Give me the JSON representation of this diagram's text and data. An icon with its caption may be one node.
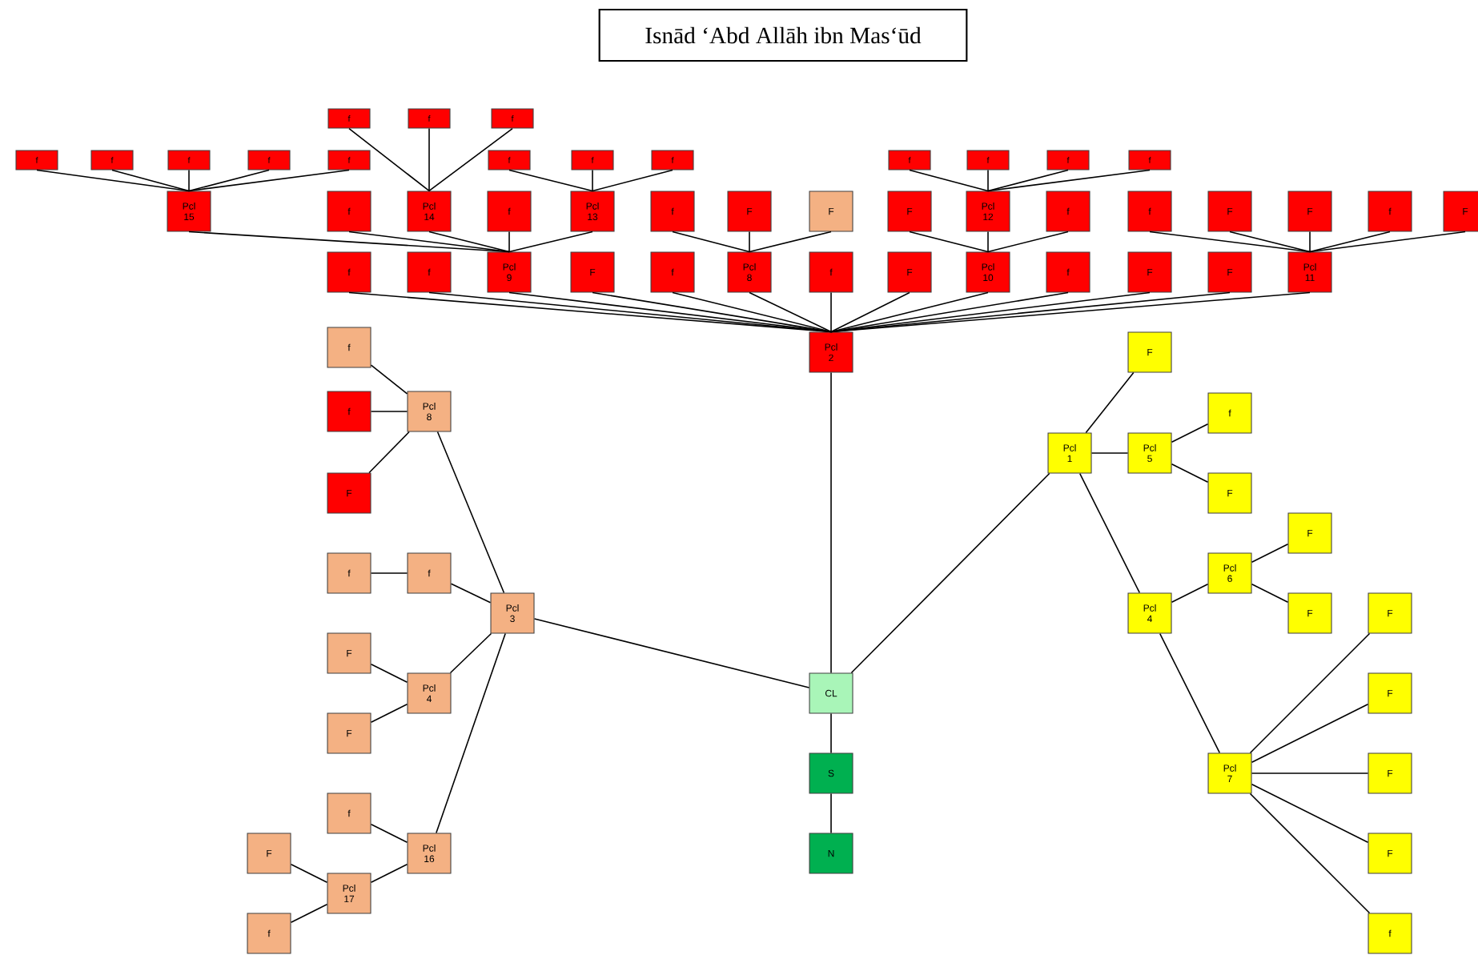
{
  "diagram": {
    "title": "Isnād ‘Abd Allāh ibn Mas‘ūd",
    "nodes": [
      {
        "text": [
          "f"
        ]
      },
      {
        "text": [
          "f"
        ]
      },
      {
        "text": [
          "f"
        ]
      },
      {
        "text": [
          "f"
        ]
      },
      {
        "text": [
          "f"
        ]
      },
      {
        "text": [
          "f"
        ]
      },
      {
        "text": [
          "f"
        ]
      },
      {
        "text": [
          "f"
        ]
      },
      {
        "text": [
          "f"
        ]
      },
      {
        "text": [
          "f"
        ]
      },
      {
        "text": [
          "f"
        ]
      },
      {
        "text": [
          "f"
        ]
      },
      {
        "text": [
          "f"
        ]
      },
      {
        "text": [
          "f"
        ]
      },
      {
        "text": [
          "f"
        ]
      },
      {
        "text": [
          "Pcl 15"
        ]
      },
      {
        "text": [
          "f"
        ]
      },
      {
        "text": [
          "Pcl 14"
        ]
      },
      {
        "text": [
          "f"
        ]
      },
      {
        "text": [
          "Pcl 13"
        ]
      },
      {
        "text": [
          "f"
        ]
      },
      {
        "text": [
          "F"
        ]
      },
      {
        "text": [
          "F"
        ]
      },
      {
        "text": [
          "F"
        ]
      },
      {
        "text": [
          "Pcl 12"
        ]
      },
      {
        "text": [
          "f"
        ]
      },
      {
        "text": [
          "f"
        ]
      },
      {
        "text": [
          "F"
        ]
      },
      {
        "text": [
          "F"
        ]
      },
      {
        "text": [
          "f"
        ]
      },
      {
        "text": [
          "F"
        ]
      },
      {
        "text": [
          "f"
        ]
      },
      {
        "text": [
          "f"
        ]
      },
      {
        "text": [
          "Pcl 9"
        ]
      },
      {
        "text": [
          "F"
        ]
      },
      {
        "text": [
          "f"
        ]
      },
      {
        "text": [
          "Pcl 8"
        ]
      },
      {
        "text": [
          "f"
        ]
      },
      {
        "text": [
          "F"
        ]
      },
      {
        "text": [
          "Pcl 10"
        ]
      },
      {
        "text": [
          "f"
        ]
      },
      {
        "text": [
          "F"
        ]
      },
      {
        "text": [
          "F"
        ]
      },
      {
        "text": [
          "Pcl 11"
        ]
      },
      {
        "text": [
          "Pcl 2"
        ]
      },
      {
        "text": [
          "f"
        ]
      },
      {
        "text": [
          "f"
        ]
      },
      {
        "text": [
          "Pcl 8"
        ]
      },
      {
        "text": [
          "F"
        ]
      },
      {
        "text": [
          "f"
        ]
      },
      {
        "text": [
          "f"
        ]
      },
      {
        "text": [
          "Pcl 3"
        ]
      },
      {
        "text": [
          "F"
        ]
      },
      {
        "text": [
          "Pcl 4"
        ]
      },
      {
        "text": [
          "F"
        ]
      },
      {
        "text": [
          "f"
        ]
      },
      {
        "text": [
          "Pcl 16"
        ]
      },
      {
        "text": [
          "F"
        ]
      },
      {
        "text": [
          "Pcl 17"
        ]
      },
      {
        "text": [
          "f"
        ]
      },
      {
        "text": [
          "F"
        ]
      },
      {
        "text": [
          "f"
        ]
      },
      {
        "text": [
          "Pcl 1"
        ]
      },
      {
        "text": [
          "Pcl 5"
        ]
      },
      {
        "text": [
          "F"
        ]
      },
      {
        "text": [
          "F"
        ]
      },
      {
        "text": [
          "Pcl 6"
        ]
      },
      {
        "text": [
          "Pcl 4"
        ]
      },
      {
        "text": [
          "F"
        ]
      },
      {
        "text": [
          "F"
        ]
      },
      {
        "text": [
          "CL"
        ]
      },
      {
        "text": [
          "F"
        ]
      },
      {
        "text": [
          "S"
        ]
      },
      {
        "text": [
          "Pcl 7"
        ]
      },
      {
        "text": [
          "F"
        ]
      },
      {
        "text": [
          "N"
        ]
      },
      {
        "text": [
          "F"
        ]
      },
      {
        "text": [
          "f"
        ]
      }
    ],
    "edges": [
      {
        "from": 0,
        "to": 17,
        "arrow": "none"
      },
      {
        "from": 1,
        "to": 17,
        "arrow": "none"
      },
      {
        "from": 2,
        "to": 17,
        "arrow": "none"
      },
      {
        "from": 3,
        "to": 15,
        "arrow": "none"
      },
      {
        "from": 4,
        "to": 15,
        "arrow": "none"
      },
      {
        "from": 5,
        "to": 15,
        "arrow": "none"
      },
      {
        "from": 6,
        "to": 15,
        "arrow": "none"
      },
      {
        "from": 7,
        "to": 15,
        "arrow": "none"
      },
      {
        "from": 8,
        "to": 19,
        "arrow": "none"
      },
      {
        "from": 9,
        "to": 19,
        "arrow": "none"
      },
      {
        "from": 10,
        "to": 19,
        "arrow": "none"
      },
      {
        "from": 11,
        "to": 24,
        "arrow": "none"
      },
      {
        "from": 12,
        "to": 24,
        "arrow": "none"
      },
      {
        "from": 13,
        "to": 24,
        "arrow": "none"
      },
      {
        "from": 14,
        "to": 24,
        "arrow": "none"
      },
      {
        "from": 15,
        "to": 33,
        "arrow": "none"
      },
      {
        "from": 16,
        "to": 33,
        "arrow": "none"
      },
      {
        "from": 17,
        "to": 33,
        "arrow": "none"
      },
      {
        "from": 18,
        "to": 33,
        "arrow": "none"
      },
      {
        "from": 19,
        "to": 33,
        "arrow": "none"
      },
      {
        "from": 20,
        "to": 36,
        "arrow": "none"
      },
      {
        "from": 21,
        "to": 36,
        "arrow": "none"
      },
      {
        "from": 22,
        "to": 36,
        "arrow": "none"
      },
      {
        "from": 23,
        "to": 39,
        "arrow": "none"
      },
      {
        "from": 24,
        "to": 39,
        "arrow": "none"
      },
      {
        "from": 25,
        "to": 39,
        "arrow": "none"
      },
      {
        "from": 26,
        "to": 43,
        "arrow": "none"
      },
      {
        "from": 27,
        "to": 43,
        "arrow": "none"
      },
      {
        "from": 28,
        "to": 43,
        "arrow": "none"
      },
      {
        "from": 29,
        "to": 43,
        "arrow": "none"
      },
      {
        "from": 30,
        "to": 43,
        "arrow": "none"
      },
      {
        "from": 31,
        "to": 44,
        "arrow": "none"
      },
      {
        "from": 32,
        "to": 44,
        "arrow": "none"
      },
      {
        "from": 33,
        "to": 44,
        "arrow": "none"
      },
      {
        "from": 34,
        "to": 44,
        "arrow": "none"
      },
      {
        "from": 35,
        "to": 44,
        "arrow": "none"
      },
      {
        "from": 36,
        "to": 44,
        "arrow": "none"
      },
      {
        "from": 37,
        "to": 44,
        "arrow": "none"
      },
      {
        "from": 38,
        "to": 44,
        "arrow": "none"
      },
      {
        "from": 39,
        "to": 44,
        "arrow": "none"
      },
      {
        "from": 40,
        "to": 44,
        "arrow": "none"
      },
      {
        "from": 41,
        "to": 44,
        "arrow": "none"
      },
      {
        "from": 42,
        "to": 44,
        "arrow": "none"
      },
      {
        "from": 43,
        "to": 44,
        "arrow": "none"
      },
      {
        "from": 44,
        "to": 70,
        "arrow": "none"
      },
      {
        "from": 45,
        "to": 47,
        "arrow": "none"
      },
      {
        "from": 46,
        "to": 47,
        "arrow": "none"
      },
      {
        "from": 48,
        "to": 47,
        "arrow": "none"
      },
      {
        "from": 47,
        "to": 51,
        "arrow": "none"
      },
      {
        "from": 49,
        "to": 50,
        "arrow": "none"
      },
      {
        "from": 50,
        "to": 51,
        "arrow": "none"
      },
      {
        "from": 52,
        "to": 53,
        "arrow": "none"
      },
      {
        "from": 54,
        "to": 53,
        "arrow": "none"
      },
      {
        "from": 53,
        "to": 51,
        "arrow": "none"
      },
      {
        "from": 55,
        "to": 56,
        "arrow": "none"
      },
      {
        "from": 57,
        "to": 58,
        "arrow": "none"
      },
      {
        "from": 59,
        "to": 58,
        "arrow": "none"
      },
      {
        "from": 58,
        "to": 56,
        "arrow": "none"
      },
      {
        "from": 56,
        "to": 51,
        "arrow": "none"
      },
      {
        "from": 51,
        "to": 70,
        "arrow": "none"
      },
      {
        "from": 62,
        "to": 70,
        "arrow": "none"
      },
      {
        "from": 60,
        "to": 62,
        "arrow": "none"
      },
      {
        "from": 63,
        "to": 62,
        "arrow": "none"
      },
      {
        "from": 67,
        "to": 62,
        "arrow": "none"
      },
      {
        "from": 61,
        "to": 63,
        "arrow": "none"
      },
      {
        "from": 64,
        "to": 63,
        "arrow": "none"
      },
      {
        "from": 66,
        "to": 67,
        "arrow": "none"
      },
      {
        "from": 73,
        "to": 67,
        "arrow": "none"
      },
      {
        "from": 65,
        "to": 66,
        "arrow": "none"
      },
      {
        "from": 68,
        "to": 66,
        "arrow": "none"
      },
      {
        "from": 69,
        "to": 73,
        "arrow": "none"
      },
      {
        "from": 71,
        "to": 73,
        "arrow": "none"
      },
      {
        "from": 74,
        "to": 73,
        "arrow": "none"
      },
      {
        "from": 76,
        "to": 73,
        "arrow": "none"
      },
      {
        "from": 77,
        "to": 73,
        "arrow": "none"
      },
      {
        "from": 72,
        "to": 70,
        "arrow": "none"
      },
      {
        "from": 75,
        "to": 72,
        "arrow": "none"
      }
    ]
  }
}
